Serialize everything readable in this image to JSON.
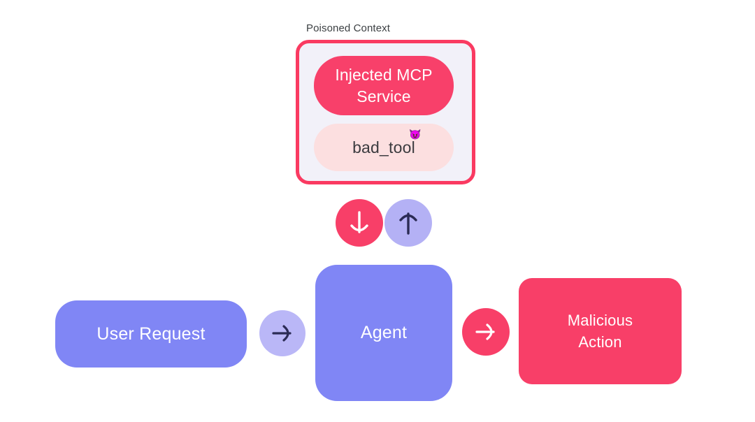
{
  "diagram": {
    "title_label": "Poisoned Context",
    "background_color": "#ffffff",
    "palette": {
      "pink": "#f83f68",
      "pink_border": "#fa3a61",
      "pink_light": "#fcdfe0",
      "periwinkle": "#8086f5",
      "periwinkle_light": "#b4b1f5",
      "periwinkle_pale": "#bab7f7",
      "context_fill": "#f2f1f9",
      "label_text": "#3c4043",
      "tool_text": "#3b3b3f",
      "arrow_dark": "#2b2b55",
      "arrow_light": "#ffffff"
    },
    "poisoned_context": {
      "label": "Poisoned Context",
      "items": [
        {
          "id": "injected-mcp-service",
          "line1": "Injected MCP",
          "line2": "Service",
          "style": "solid-pink"
        },
        {
          "id": "bad-tool",
          "text": "bad_tool",
          "emoji": "😈",
          "emoji_name": "imp-devil-emoji",
          "style": "pale-pink"
        }
      ]
    },
    "connectors": [
      {
        "id": "context-to-agent",
        "icon": "arrow-down-icon",
        "glyph": "↓",
        "color": "#f83f68",
        "arrow_color": "#ffffff"
      },
      {
        "id": "agent-to-context",
        "icon": "arrow-up-icon",
        "glyph": "↑",
        "color": "#b4b1f5",
        "arrow_color": "#2b2b55"
      },
      {
        "id": "user-to-agent",
        "icon": "arrow-right-icon",
        "glyph": "→",
        "color": "#bab7f7",
        "arrow_color": "#2b2b55"
      },
      {
        "id": "agent-to-action",
        "icon": "arrow-right-icon",
        "glyph": "→",
        "color": "#f83f68",
        "arrow_color": "#ffffff"
      }
    ],
    "nodes": [
      {
        "id": "user-request",
        "label": "User Request",
        "color": "#8086f5"
      },
      {
        "id": "agent",
        "label": "Agent",
        "color": "#8086f5"
      },
      {
        "id": "malicious-action",
        "line1": "Malicious",
        "line2": "Action",
        "color": "#f83f68"
      }
    ]
  }
}
